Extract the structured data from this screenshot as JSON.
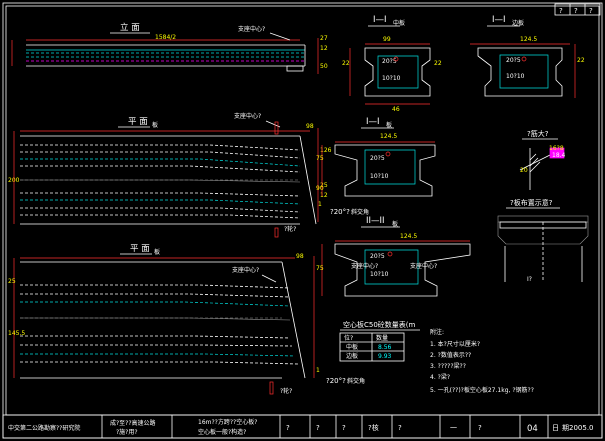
{
  "views": {
    "elevation_title": "立 面",
    "plan_title_1": "平 面",
    "plan_title_2": "平 面",
    "plan_scale_1": "板",
    "plan_scale_2": "板"
  },
  "elevation": {
    "length_dim": "1584/2",
    "support_label": "支座中心?",
    "dim_27": "27",
    "dim_12": "12",
    "dim_50": "50"
  },
  "plan1": {
    "support_label": "支座中心?",
    "dim_98": "98",
    "dim_126": "126",
    "dim_25": "25",
    "dim_12": "12",
    "dim_200": "200",
    "dim_1": "1",
    "skew_label": "?20°?",
    "skew_suffix": "斜交角",
    "end_label": "?轮?"
  },
  "plan2": {
    "support_label": "支座中心?",
    "dim_25": "25",
    "dim_145": "145.5",
    "dim_98": "98",
    "dim_1": "1",
    "skew_label": "?20°?",
    "skew_suffix": "斜交角",
    "end_label": "?轮?"
  },
  "section_I1": {
    "title": "I—I",
    "title_suffix": "中板",
    "top_dim": "99",
    "inner_text_1": "20?5",
    "inner_text_2": "10?10",
    "dim_left": "22",
    "dim_right": "22",
    "dim_bottom": "46"
  },
  "section_I2": {
    "title": "I—I",
    "title_suffix": "边板",
    "top_dim": "124.5",
    "inner_text_1": "20?5",
    "inner_text_2": "10?10",
    "dim_right": "22"
  },
  "section_I3": {
    "title": "I—I",
    "title_suffix": "板",
    "top_dim": "124.5",
    "inner_text_1": "20?5",
    "inner_text_2": "10?10",
    "dim_right_1": "75",
    "dim_right_2": "90"
  },
  "section_II": {
    "title": "II—II",
    "title_suffix": "板",
    "top_dim": "124.5",
    "inner_text_1": "20?5",
    "inner_text_2": "10?10",
    "support_label": "支座中心?",
    "support_label_2": "支座中心?",
    "dim_right": "75"
  },
  "detail_A": {
    "title": "?筋大?",
    "dim_1": "16?8",
    "dim_2": "18.4",
    "dim_3": "20"
  },
  "detail_B": {
    "title": "?板布置示意?",
    "label": "I?"
  },
  "quantity_table": {
    "title": "空心板C50砼数量表(m",
    "header": [
      "位?",
      "数量"
    ],
    "rows": [
      [
        "中板",
        "8.56"
      ],
      [
        "边板",
        "9.93"
      ]
    ]
  },
  "notes": {
    "heading": "附注:",
    "lines": [
      "1. 本?尺寸以厘米?",
      "2. ?数值表示??",
      "3. ?????梁??",
      "4. ?梁?",
      "5. 一孔(??)?板空心板27.1kg, ?钢筋??"
    ]
  },
  "title_block": {
    "org": "中交第二公路勘察??研究院",
    "project_line1": "成?至??高速公路",
    "project_line2": "?施?用?",
    "drawing_line1": "16m??方跨??空心板?",
    "drawing_line2": "空心板一般?构造?",
    "cell_3": "?",
    "cell_4": "?",
    "cell_5": "?",
    "cell_6": "?核",
    "cell_7": "?",
    "cell_8": "一",
    "cell_9": "?",
    "sheet_no": "04",
    "date_label": "日",
    "date_value": "期2005.0"
  },
  "corner_tags": {
    "t1": "?",
    "t2": "?",
    "t3": "?"
  }
}
